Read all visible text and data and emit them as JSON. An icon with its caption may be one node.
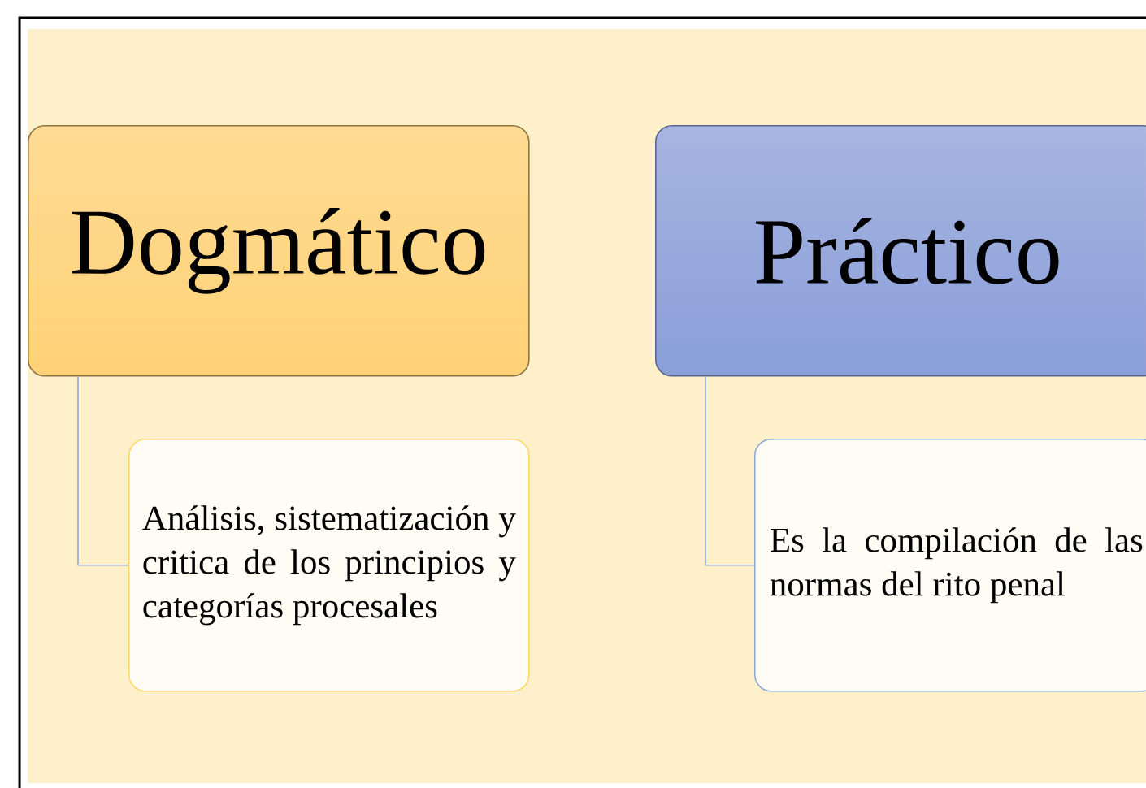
{
  "diagram": {
    "nodes": [
      {
        "text": [
          "Dogmático"
        ]
      },
      {
        "text": [
          "Análisis, sistematización y critica de los principios y categorías procesales"
        ]
      },
      {
        "text": [
          "Práctico"
        ]
      },
      {
        "text": [
          "Es la compilación de las normas del rito penal"
        ]
      }
    ],
    "edges": [
      {
        "from": 0,
        "to": 1,
        "arrow": "none"
      },
      {
        "from": 2,
        "to": 3,
        "arrow": "none"
      }
    ]
  }
}
